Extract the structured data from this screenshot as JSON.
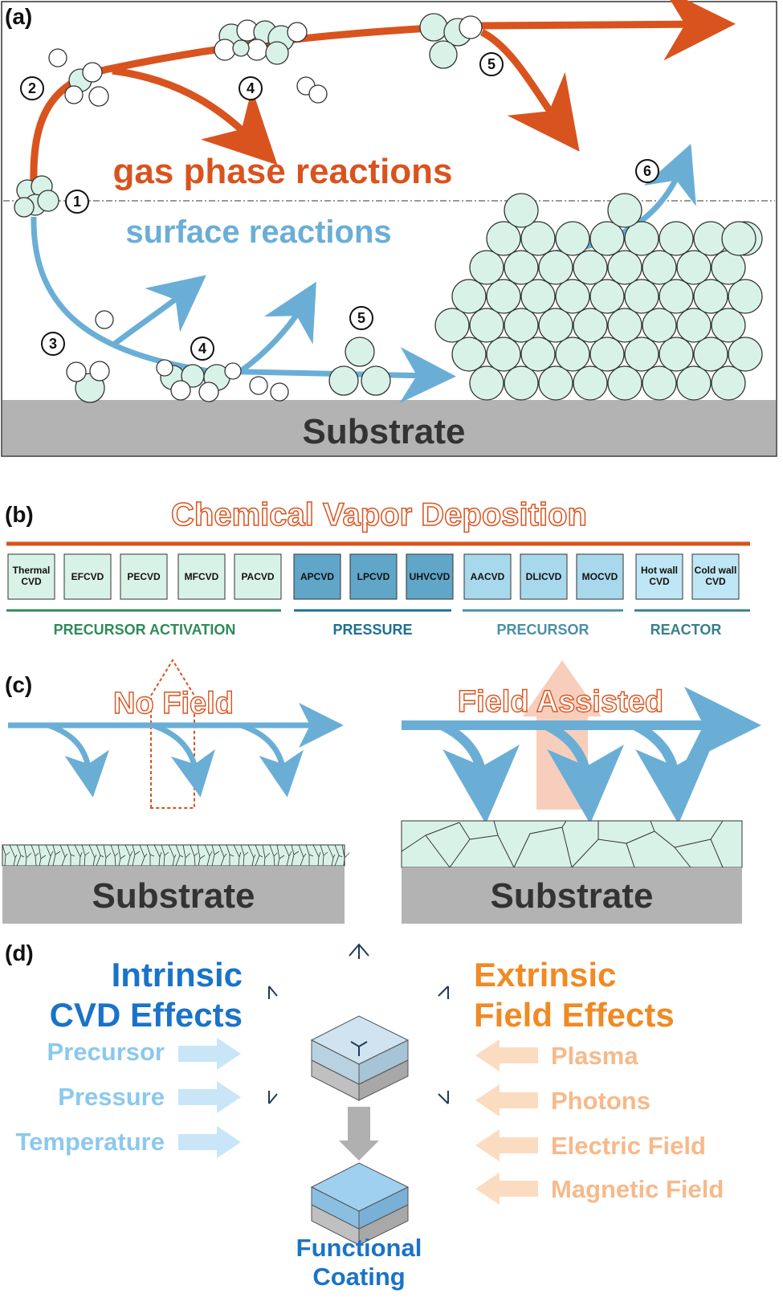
{
  "panel_a": {
    "letter": "(a)",
    "gas_label": "gas phase reactions",
    "surface_label": "surface reactions",
    "substrate": "Substrate",
    "steps": [
      "1",
      "2",
      "3",
      "4",
      "4",
      "5",
      "5",
      "6"
    ]
  },
  "panel_b": {
    "letter": "(b)",
    "title": "Chemical Vapor Deposition",
    "methods": [
      {
        "label": "Thermal CVD",
        "group": "activation"
      },
      {
        "label": "EFCVD",
        "group": "activation"
      },
      {
        "label": "PECVD",
        "group": "activation"
      },
      {
        "label": "MFCVD",
        "group": "activation"
      },
      {
        "label": "PACVD",
        "group": "activation"
      },
      {
        "label": "APCVD",
        "group": "pressure"
      },
      {
        "label": "LPCVD",
        "group": "pressure"
      },
      {
        "label": "UHVCVD",
        "group": "pressure"
      },
      {
        "label": "AACVD",
        "group": "precursor"
      },
      {
        "label": "DLICVD",
        "group": "precursor"
      },
      {
        "label": "MOCVD",
        "group": "precursor"
      },
      {
        "label": "Hot wall CVD",
        "group": "reactor"
      },
      {
        "label": "Cold wall CVD",
        "group": "reactor"
      }
    ],
    "categories": [
      "PRECURSOR ACTIVATION",
      "PRESSURE",
      "PRECURSOR",
      "REACTOR"
    ]
  },
  "panel_c": {
    "letter": "(c)",
    "left_title": "No Field",
    "right_title": "Field Assisted",
    "substrate": "Substrate"
  },
  "panel_d": {
    "letter": "(d)",
    "intrinsic_title_1": "Intrinsic",
    "intrinsic_title_2": "CVD Effects",
    "extrinsic_title_1": "Extrinsic",
    "extrinsic_title_2": "Field Effects",
    "intrinsic_items": [
      "Precursor",
      "Pressure",
      "Temperature"
    ],
    "extrinsic_items": [
      "Plasma",
      "Photons",
      "Electric Field",
      "Magnetic Field"
    ],
    "result_1": "Functional",
    "result_2": "Coating"
  },
  "colors": {
    "orange": "#d9531e",
    "blue": "#6aaed6",
    "sphere": "#d9f2e8",
    "substrate": "#b3b3b3",
    "intrinsic_blue": "#1a73c8",
    "extrinsic_orange": "#f08a24"
  }
}
